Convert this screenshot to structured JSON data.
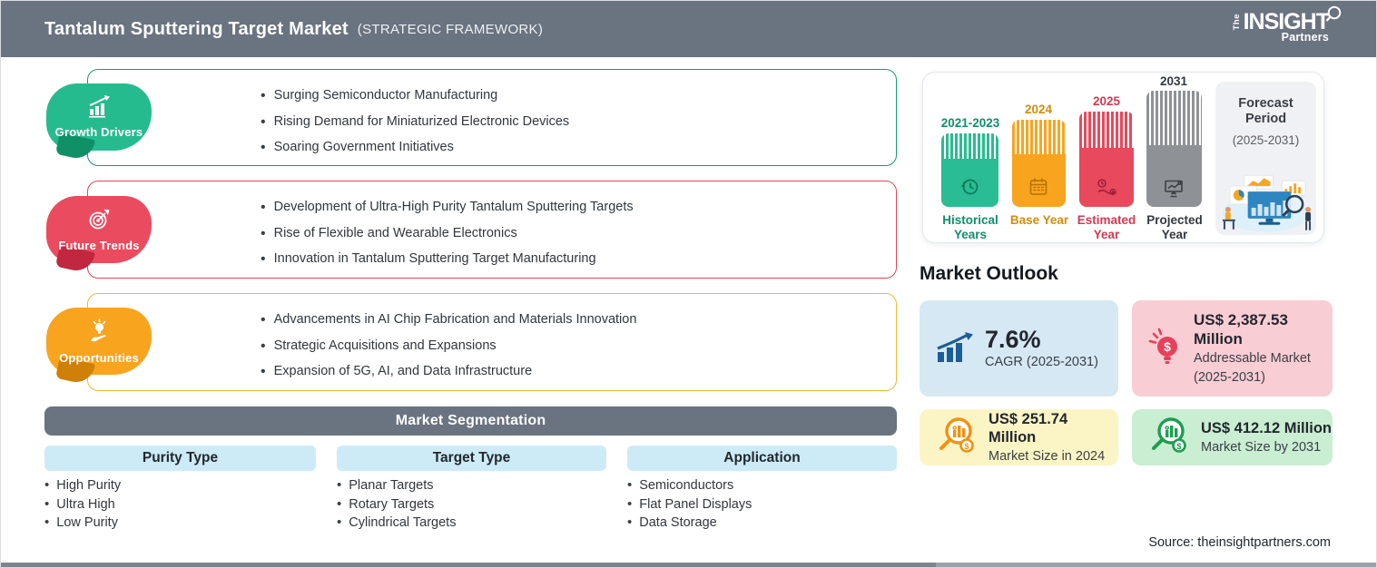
{
  "header": {
    "title": "Tantalum Sputtering Target Market",
    "subtitle": "(STRATEGIC FRAMEWORK)",
    "logo": {
      "the": "The",
      "name": "INSIGHT",
      "partners": "Partners"
    }
  },
  "colors": {
    "header_gray": "#6A7380",
    "growth_green": "#26BB8F",
    "trends_red": "#EA4B5F",
    "opportunities_orange": "#F8A41F",
    "projected_gray": "#8E9196",
    "segment_header_blue": "#CDEBF6",
    "cagr_card_blue": "#D6E8F4",
    "addressable_card_pink": "#F9CDD4",
    "size2024_card_yellow": "#FBF5C5",
    "size2031_card_green": "#C9EED2"
  },
  "sections": [
    {
      "label": "Growth Drivers",
      "icon": "growth-chart-icon",
      "items": [
        "Surging Semiconductor Manufacturing",
        "Rising Demand for Miniaturized Electronic Devices",
        "Soaring Government Initiatives"
      ]
    },
    {
      "label": "Future Trends",
      "icon": "target-dart-icon",
      "items": [
        "Development of Ultra-High Purity Tantalum Sputtering Targets",
        "Rise of Flexible and Wearable Electronics",
        "Innovation in Tantalum Sputtering Target Manufacturing"
      ]
    },
    {
      "label": "Opportunities",
      "icon": "bulb-hand-icon",
      "items": [
        "Advancements in AI Chip Fabrication and Materials Innovation",
        "Strategic Acquisitions and Expansions",
        "Expansion of 5G, AI, and Data Infrastructure"
      ]
    }
  ],
  "segmentation": {
    "title": "Market Segmentation",
    "columns": [
      {
        "header": "Purity Type",
        "items": [
          "High Purity",
          "Ultra High",
          "Low Purity"
        ]
      },
      {
        "header": "Target Type",
        "items": [
          "Planar Targets",
          "Rotary Targets",
          "Cylindrical Targets"
        ]
      },
      {
        "header": "Application",
        "items": [
          "Semiconductors",
          "Flat Panel Displays",
          "Data Storage"
        ]
      }
    ]
  },
  "timeline": {
    "bars": [
      {
        "year": "2021-2023",
        "caption": "Historical Years",
        "icon": "clock-history-icon"
      },
      {
        "year": "2024",
        "caption": "Base Year",
        "icon": "calendar-icon"
      },
      {
        "year": "2025",
        "caption": "Estimated Year",
        "icon": "estimate-gauge-icon"
      },
      {
        "year": "2031",
        "caption": "Projected Year",
        "icon": "projection-screen-icon"
      }
    ],
    "forecast": {
      "title": "Forecast Period",
      "range": "(2025-2031)",
      "icon": "analytics-people-illustration"
    }
  },
  "outlook": {
    "title": "Market Outlook",
    "cards": [
      {
        "value": "7.6%",
        "sub1": "CAGR (2025-2031)",
        "icon": "bars-rising-arrow-icon"
      },
      {
        "value": "US$ 2,387.53 Million",
        "sub1": "Addressable Market",
        "sub2": "(2025-2031)",
        "icon": "dollar-bulb-icon"
      },
      {
        "value": "US$ 251.74 Million",
        "sub1": "Market Size in 2024",
        "icon": "magnifier-bars-icon"
      },
      {
        "value": "US$ 412.12 Million",
        "sub1": "Market Size by 2031",
        "icon": "magnifier-bars-icon"
      }
    ]
  },
  "source": "Source: theinsightpartners.com"
}
